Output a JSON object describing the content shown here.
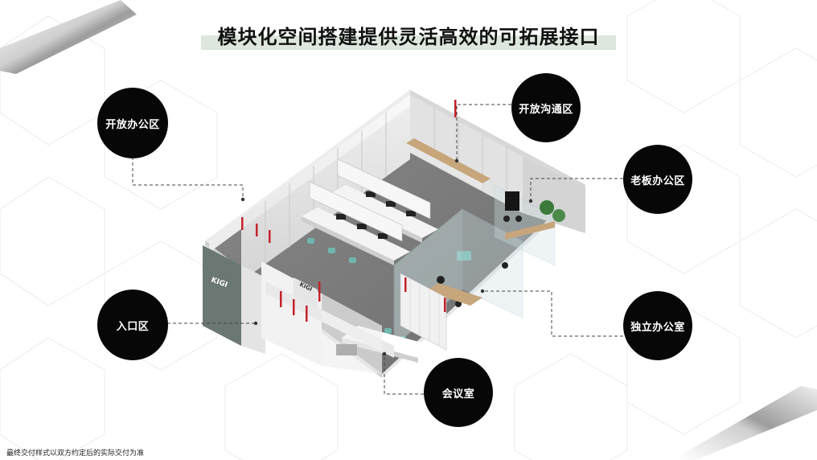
{
  "title": "模块化空间搭建提供灵活高效的可拓展接口",
  "zones": {
    "open_office": "开放办公区",
    "open_communication": "开放沟通区",
    "boss_office": "老板办公区",
    "entrance": "入口区",
    "private_office": "独立办公室",
    "meeting_room": "会议室"
  },
  "logo_text": "KIGI",
  "footnote": "最终交付样式以双方约定后的实际交付为准",
  "colors": {
    "circle": "#070707",
    "title_band": "#dde7dd",
    "accent_red": "#c4222a",
    "teal_chair": "#6fb7ad",
    "wall": "#f4f4f4",
    "floor": "#7d7d7d"
  }
}
